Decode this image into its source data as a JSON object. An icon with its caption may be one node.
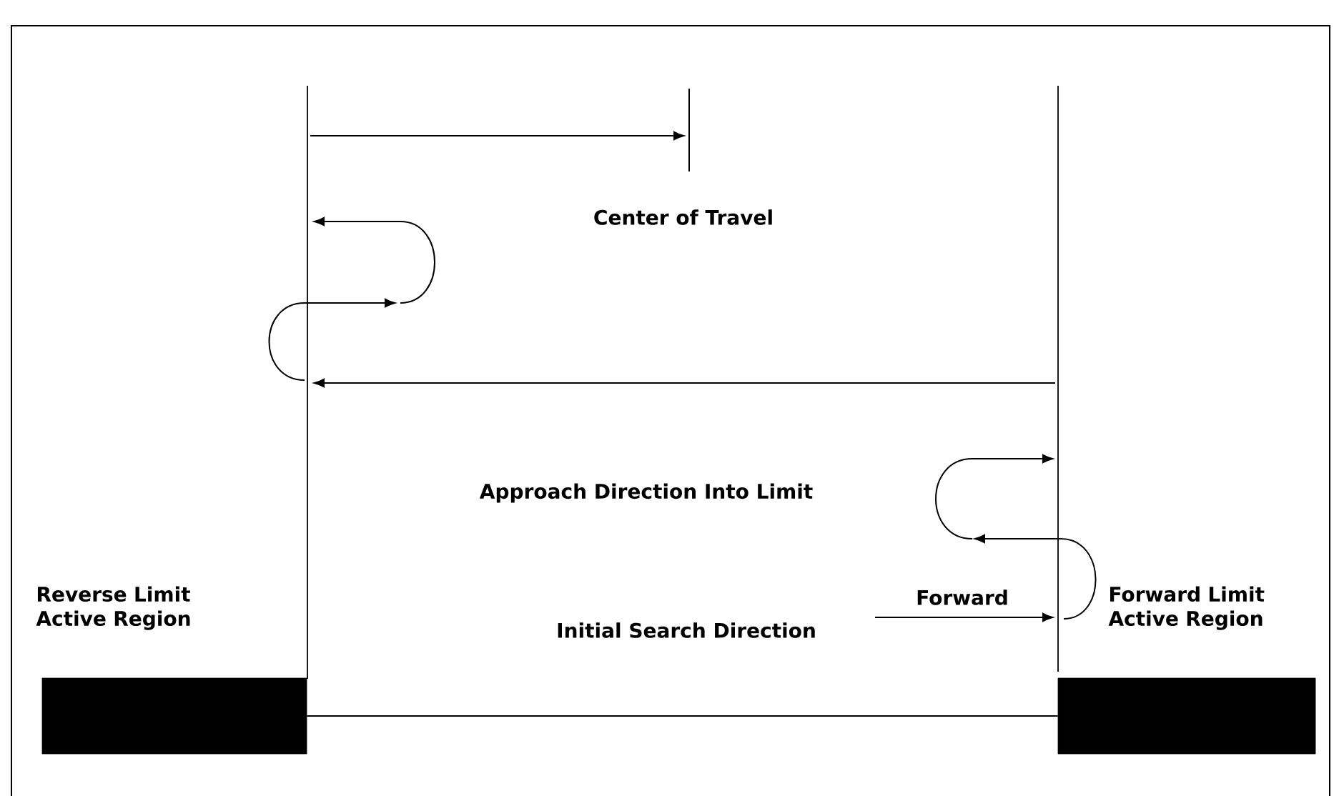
{
  "diagram": {
    "nodes": [
      {
        "text": [
          "Reverse Limit Active Region"
        ]
      },
      {
        "text": [
          "Forward Limit Active Region"
        ]
      }
    ],
    "edges": [
      {
        "from": 0,
        "to": 1,
        "arrow": "none"
      }
    ],
    "labels": [
      "Center of Travel",
      "Approach Direction Into Limit",
      "Forward",
      "Initial Search Direction"
    ]
  }
}
